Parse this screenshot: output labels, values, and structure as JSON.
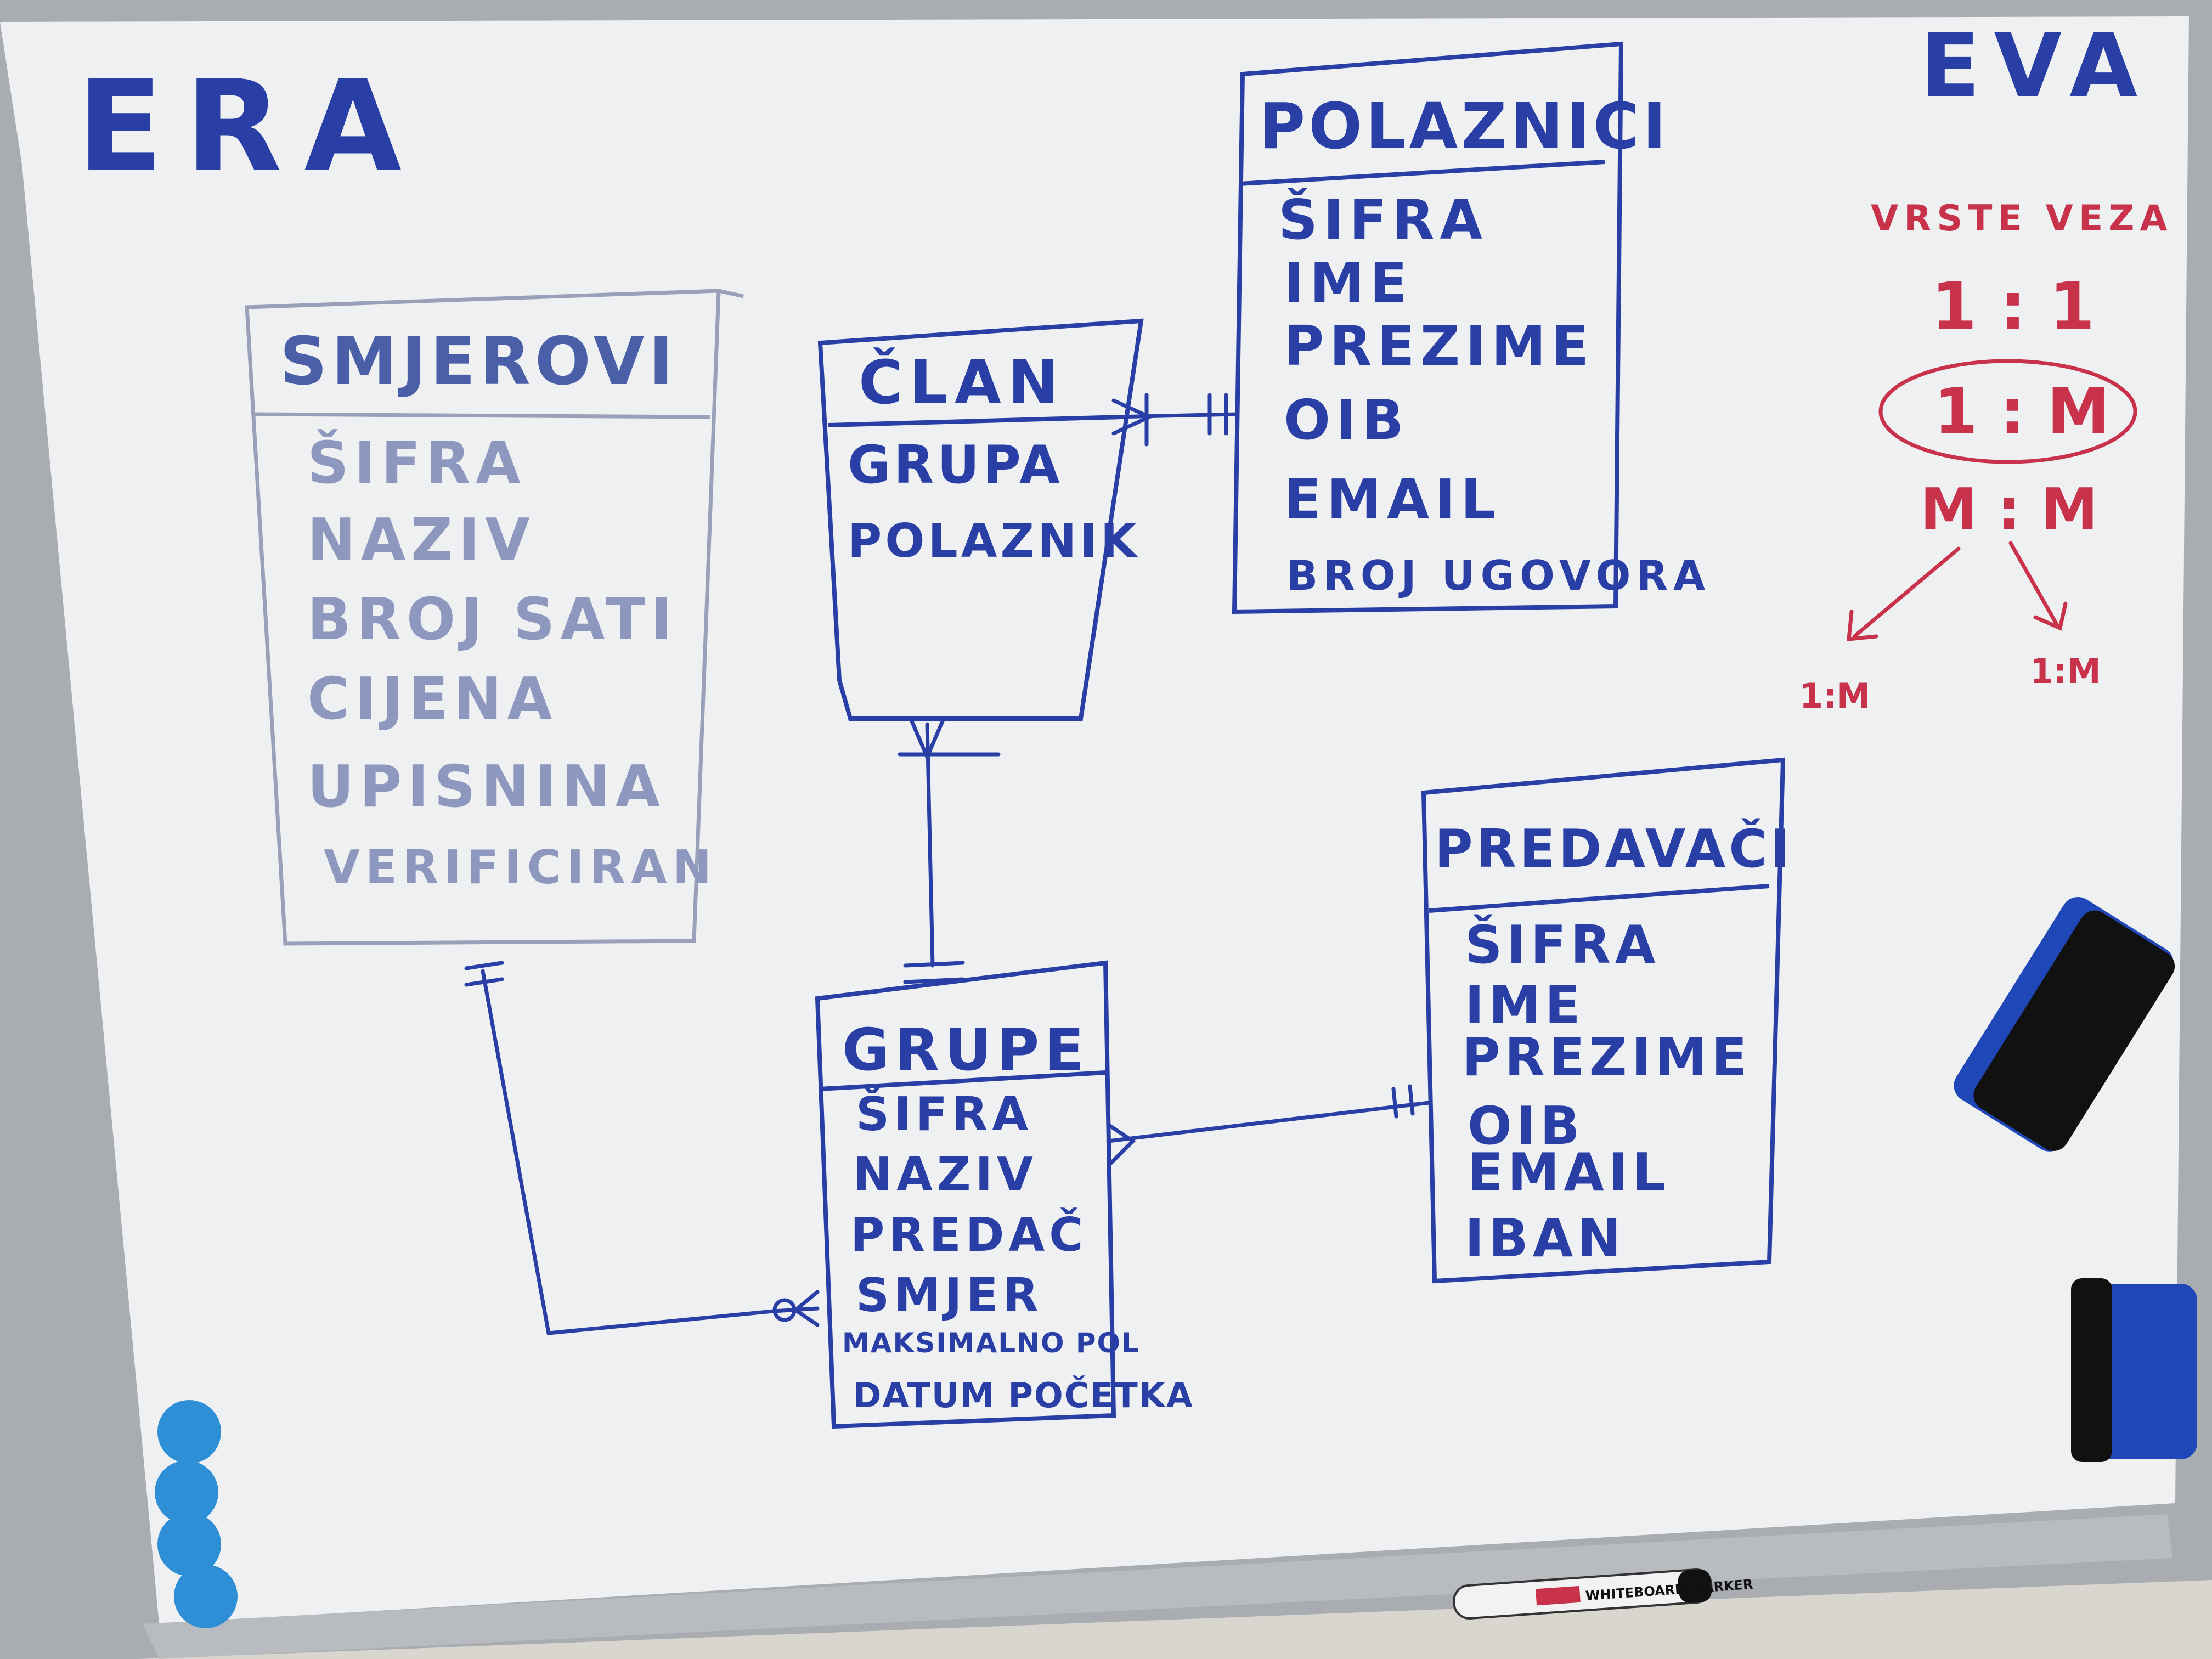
{
  "colors": {
    "board": "#eef0f2",
    "frame": "#a9adb2",
    "marker_blue": "#2a3fa6",
    "marker_red": "#c8324a",
    "magnet": "#2f8fd6",
    "eraser_blue": "#1f47b8",
    "eraser_felt": "#111111"
  },
  "headings": {
    "left": "ERA",
    "right": "EVA"
  },
  "entities": {
    "smjerovi": {
      "title": "SMJEROVI",
      "attributes": [
        "ŠIFRA",
        "NAZIV",
        "BROJ SATI",
        "CIJENA",
        "UPISNINA",
        "VERIFICIRAN"
      ]
    },
    "clan": {
      "title": "ČLAN",
      "attributes": [
        "GRUPA",
        "POLAZNIK"
      ]
    },
    "polaznici": {
      "title": "POLAZNICI",
      "attributes": [
        "ŠIFRA",
        "IME",
        "PREZIME",
        "OIB",
        "EMAIL",
        "BROJ UGOVORA"
      ]
    },
    "grupe": {
      "title": "GRUPE",
      "attributes": [
        "ŠIFRA",
        "NAZIV",
        "PREDAČ",
        "SMJER",
        "MAKSIMALNO POL",
        "DATUM POČETKA"
      ]
    },
    "predavaci": {
      "title": "PREDAVAČI",
      "attributes": [
        "ŠIFRA",
        "IME",
        "PREZIME",
        "OIB",
        "EMAIL",
        "IBAN"
      ]
    }
  },
  "relationship_types": {
    "title": "VRSTE VEZA",
    "one_to_one": "1 : 1",
    "one_to_many": "1 : M",
    "many_to_many": "M : M",
    "split_left": "1:M",
    "split_right": "1:M"
  },
  "marker_label": "WHITEBOARD MARKER"
}
